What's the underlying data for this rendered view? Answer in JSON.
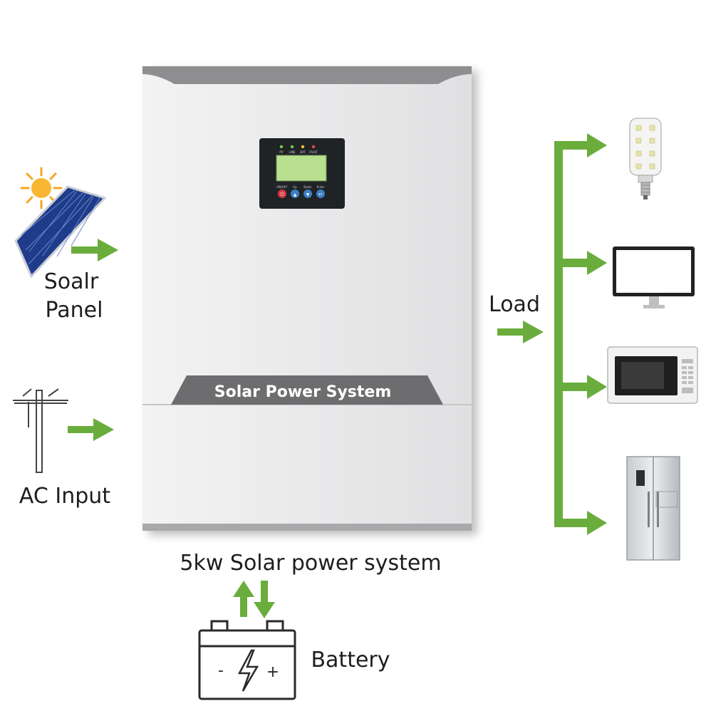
{
  "labels": {
    "solar_panel_line1": "Soalr",
    "solar_panel_line2": "Panel",
    "ac_input": "AC Input",
    "load": "Load",
    "system_caption": "5kw Solar power system",
    "battery": "Battery"
  },
  "inverter": {
    "band_text": "Solar Power System",
    "led_labels": [
      "PV",
      "LINE",
      "BAT",
      "FAULT"
    ],
    "button_labels": [
      "ON/OFF",
      "Up",
      "Down",
      "Enter"
    ],
    "button_glyphs": [
      "⏻",
      "▲",
      "▼",
      "↵"
    ]
  },
  "battery_symbols": {
    "minus": "-",
    "plus": "+"
  },
  "colors": {
    "arrow_green": "#6aad3c",
    "inverter_body": "#e6e6e8",
    "inverter_band": "#6d6d6f",
    "lcd": "#b9e08e"
  },
  "icons": [
    "sun-icon",
    "solar-panel-icon",
    "utility-pole-icon",
    "bulb-icon",
    "monitor-icon",
    "microwave-icon",
    "fridge-icon",
    "battery-icon"
  ]
}
